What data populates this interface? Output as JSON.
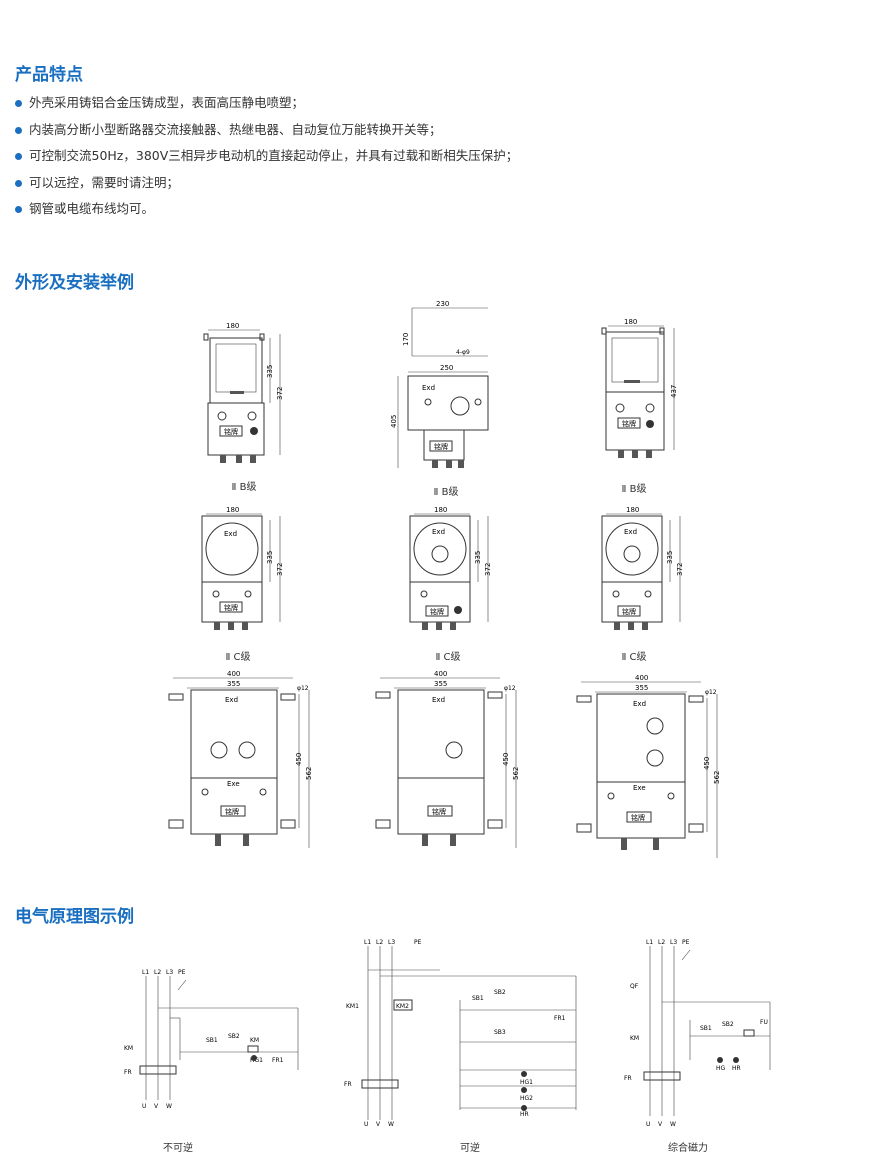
{
  "sections": {
    "features_title": "产品特点",
    "shape_title": "外形及安装举例",
    "circuit_title": "电气原理图示例"
  },
  "features": [
    "外壳采用铸铝合金压铸成型，表面高压静电喷塑；",
    "内装高分断小型断路器交流接触器、热继电器、自动复位万能转换开关等；",
    "可控制交流50Hz，380V三相异步电动机的直接起动停止，并具有过载和断相失压保护；",
    "可以远控，需要时请注明；",
    "钢管或电缆布线均可。"
  ],
  "drawings": {
    "row1": [
      {
        "dims": [
          "180",
          "335",
          "372"
        ],
        "nameplate": "铭牌",
        "caption": "Ⅱ B级"
      },
      {
        "dims": [
          "230",
          "170",
          "4-φ9",
          "250",
          "405"
        ],
        "nameplate": "铭牌",
        "label": "Exd",
        "caption": "Ⅱ B级"
      },
      {
        "dims": [
          "180",
          "437"
        ],
        "nameplate": "铭牌",
        "caption": "Ⅱ B级"
      }
    ],
    "row2": [
      {
        "dims": [
          "180",
          "335",
          "372"
        ],
        "nameplate": "铭牌",
        "label": "Exd",
        "caption": "Ⅱ C级"
      },
      {
        "dims": [
          "180",
          "335",
          "372"
        ],
        "nameplate": "铭牌",
        "label": "Exd",
        "caption": "Ⅱ C级"
      },
      {
        "dims": [
          "180",
          "335",
          "372"
        ],
        "nameplate": "铭牌",
        "label": "Exd",
        "caption": "Ⅱ C级"
      }
    ],
    "row3": [
      {
        "dims": [
          "400",
          "355",
          "φ12",
          "450",
          "562"
        ],
        "nameplate": "铭牌",
        "label_top": "Exd",
        "label_bottom": "Exe"
      },
      {
        "dims": [
          "400",
          "355",
          "φ12",
          "450",
          "562"
        ],
        "nameplate": "铭牌",
        "label_top": "Exd"
      },
      {
        "dims": [
          "400",
          "355",
          "φ12",
          "450",
          "562"
        ],
        "nameplate": "铭牌",
        "label_top": "Exd",
        "label_bottom": "Exe"
      }
    ]
  },
  "circuits": [
    {
      "caption": "不可逆",
      "labels": {
        "l1": "L1",
        "l2": "L2",
        "l3": "L3",
        "pe": "PE",
        "km": "KM",
        "fr": "FR",
        "u": "U",
        "v": "V",
        "w": "W",
        "sb1": "SB1",
        "sb2": "SB2",
        "km_c": "KM",
        "hg1": "HG1",
        "fr_c": "FR1"
      }
    },
    {
      "caption": "可逆",
      "labels": {
        "l1": "L1",
        "l2": "L2",
        "l3": "L3",
        "pe": "PE",
        "km1": "KM1",
        "km2": "KM2",
        "fr": "FR",
        "u": "U",
        "v": "V",
        "w": "W",
        "sb1": "SB1",
        "sb2": "SB2",
        "sb3": "SB3",
        "fr1": "FR1",
        "hg1": "HG1",
        "hg2": "HG2",
        "hr": "HR"
      }
    },
    {
      "caption": "综合磁力",
      "labels": {
        "l1": "L1",
        "l2": "L2",
        "l3": "L3",
        "pe": "PE",
        "qf": "QF",
        "km": "KM",
        "fr": "FR",
        "u": "U",
        "v": "V",
        "w": "W",
        "sb1": "SB1",
        "sb2": "SB2",
        "fu": "FU",
        "hg": "HG",
        "hr": "HR"
      }
    }
  ]
}
